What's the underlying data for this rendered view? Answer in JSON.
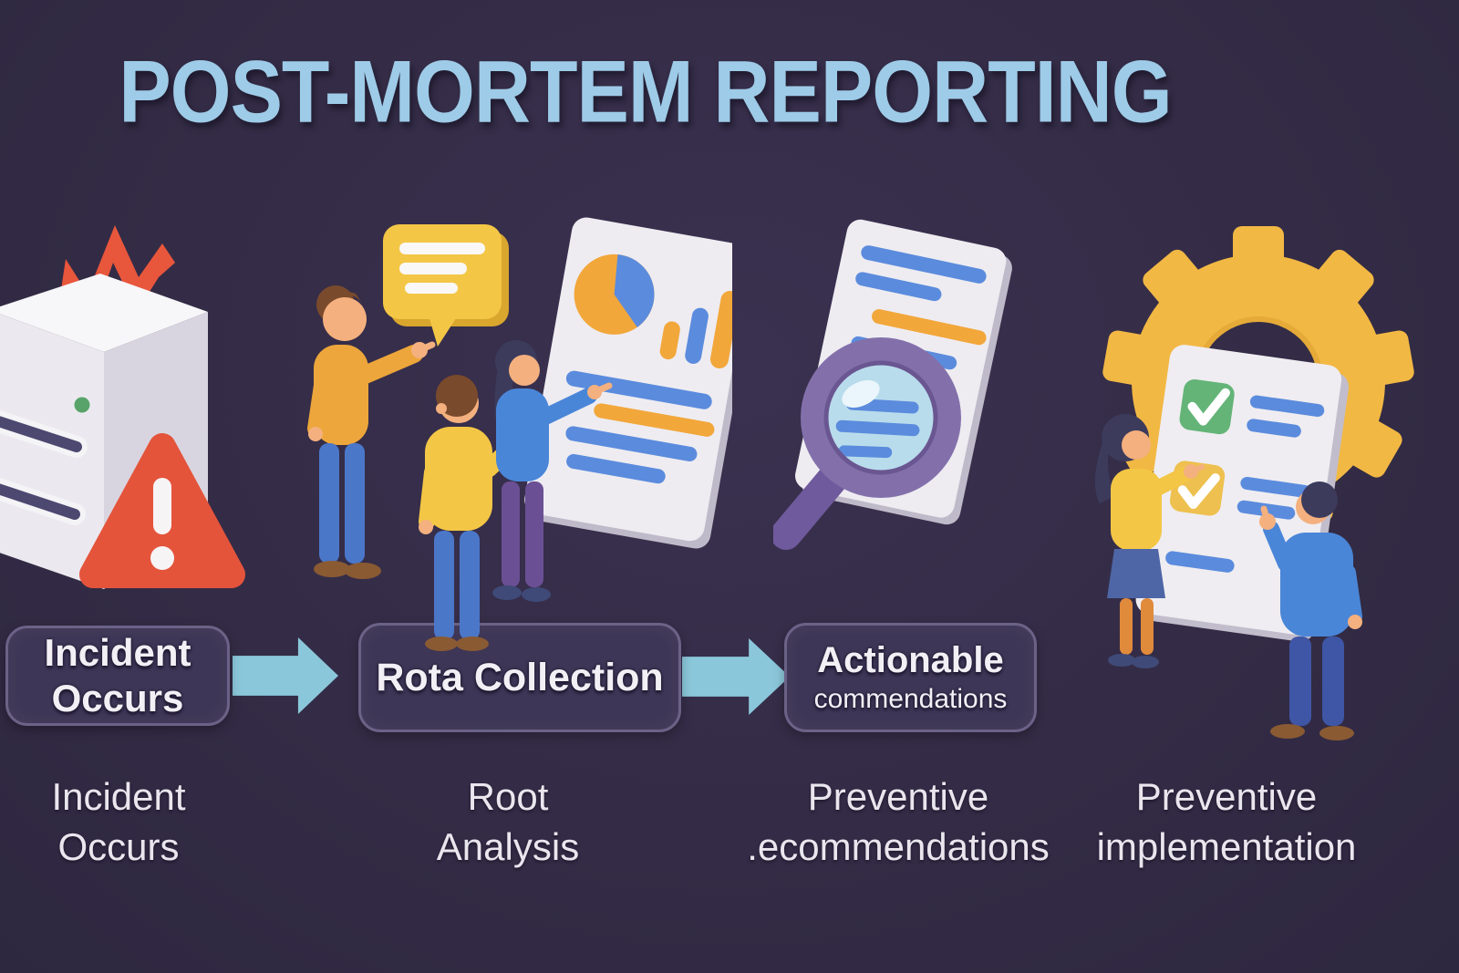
{
  "title": {
    "text": "POST-MORTEM REPORTING",
    "color": "#9ecbe7"
  },
  "palette": {
    "background": "#342c46",
    "title_blue": "#9ecbe7",
    "arrow_teal": "#8bc7da",
    "flow_box_fill": "#3e3656",
    "flow_box_border": "#6b6287",
    "text_white": "#f2f0f5",
    "alert_red": "#e4543b",
    "accent_orange": "#f2a73b",
    "accent_yellow": "#f3c646",
    "accent_blue": "#5b8bdd",
    "gear_yellow": "#f2b844",
    "magnifier_purple": "#8370ab",
    "check_green": "#64b478",
    "check_amber": "#eec04f",
    "led_green": "#57a36a"
  },
  "flow_boxes": [
    {
      "lines": [
        "Incident",
        "Occurs"
      ]
    },
    {
      "lines": [
        "Rota Collection"
      ]
    },
    {
      "lines": [
        "Actionable",
        "commendations"
      ]
    }
  ],
  "captions": [
    {
      "lines": [
        "Incident",
        "Occurs"
      ]
    },
    {
      "lines": [
        "Root",
        "Analysis"
      ]
    },
    {
      "lines": [
        "Preventive",
        ".ecommendations"
      ]
    },
    {
      "lines": [
        "Preventive",
        "implementation"
      ]
    }
  ],
  "scenes": [
    {
      "name": "incident-occurs",
      "icons": [
        "server",
        "lightning-bolt",
        "warning-triangle"
      ],
      "people": 0
    },
    {
      "name": "root-analysis",
      "icons": [
        "speech-bubble",
        "report-document",
        "pie-chart",
        "bar-chart"
      ],
      "people": 3
    },
    {
      "name": "recommendation-review",
      "icons": [
        "magnifying-glass",
        "document"
      ],
      "people": 0
    },
    {
      "name": "preventive-implementation",
      "icons": [
        "gear",
        "checklist"
      ],
      "people": 2
    }
  ]
}
